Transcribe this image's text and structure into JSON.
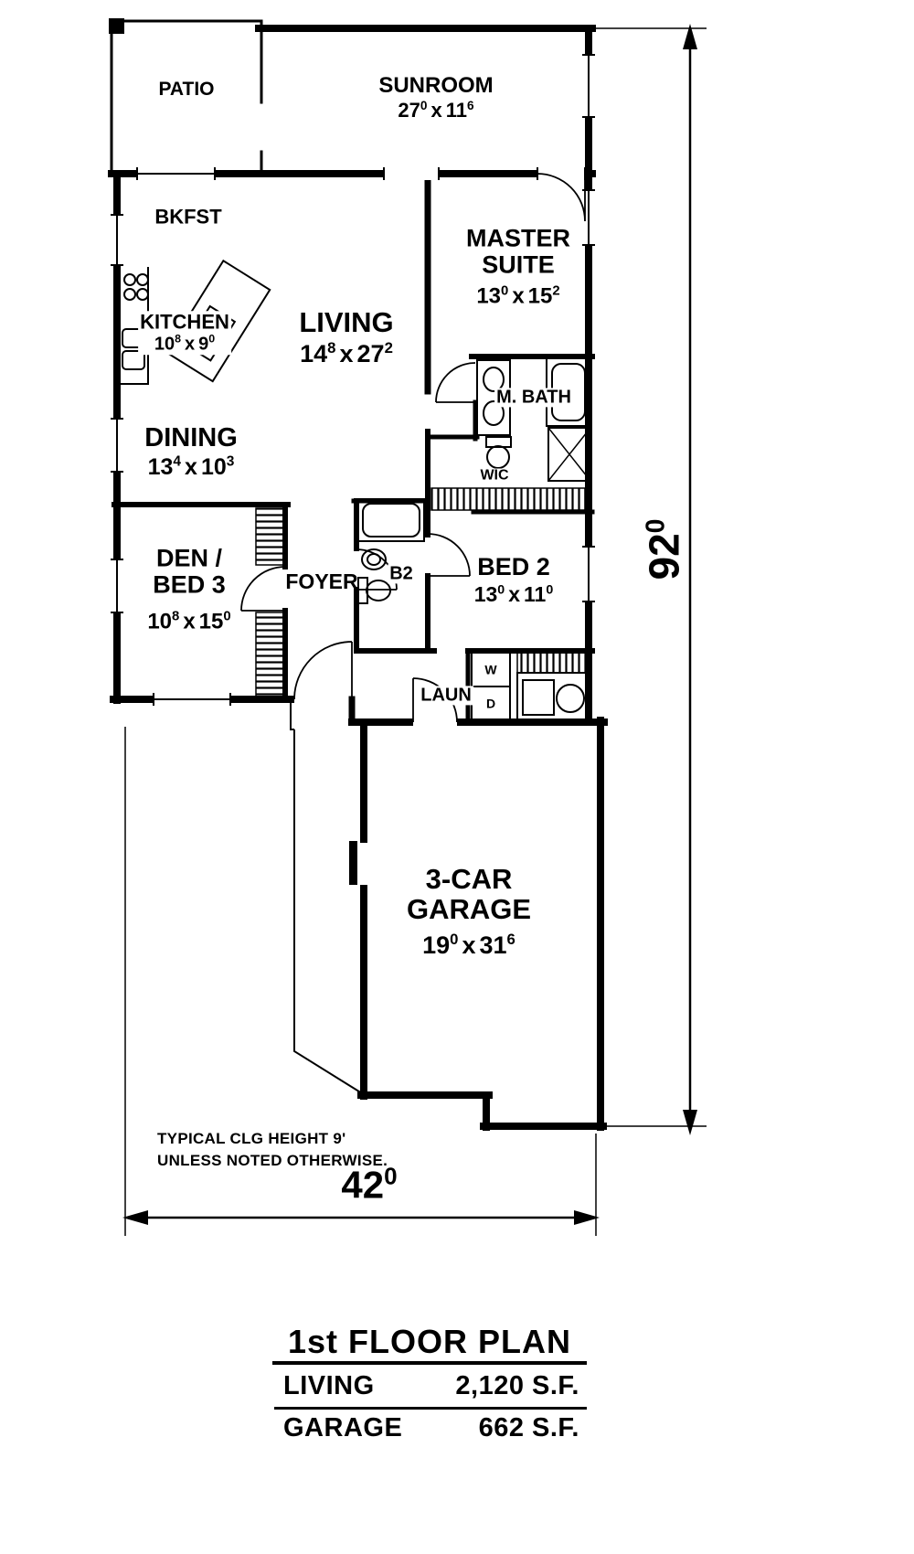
{
  "rooms": {
    "patio": {
      "name": "PATIO"
    },
    "sunroom": {
      "name": "SUNROOM",
      "d1": "27",
      "s1": "0",
      "sep": "x",
      "d2": "11",
      "s2": "6"
    },
    "bkfst": {
      "name": "BKFST"
    },
    "master": {
      "name1": "MASTER",
      "name2": "SUITE",
      "d1": "13",
      "s1": "0",
      "sep": "x",
      "d2": "15",
      "s2": "2"
    },
    "kitchen": {
      "name": "KITCHEN",
      "d1": "10",
      "s1": "8",
      "sep": "x",
      "d2": "9",
      "s2": "0"
    },
    "living": {
      "name": "LIVING",
      "d1": "14",
      "s1": "8",
      "sep": "x",
      "d2": "27",
      "s2": "2"
    },
    "dining": {
      "name": "DINING",
      "d1": "13",
      "s1": "4",
      "sep": "x",
      "d2": "10",
      "s2": "3"
    },
    "mbath": {
      "name": "M. BATH"
    },
    "wic": {
      "name": "WIC"
    },
    "den": {
      "name1": "DEN /",
      "name2": "BED 3",
      "d1": "10",
      "s1": "8",
      "sep": "x",
      "d2": "15",
      "s2": "0"
    },
    "foyer": {
      "name": "FOYER"
    },
    "b2": {
      "name": "B2"
    },
    "bed2": {
      "name": "BED 2",
      "d1": "13",
      "s1": "0",
      "sep": "x",
      "d2": "11",
      "s2": "0"
    },
    "laun": {
      "name": "LAUN"
    },
    "washer": {
      "label": "W"
    },
    "dryer": {
      "label": "D"
    },
    "garage": {
      "name1": "3-CAR",
      "name2": "GARAGE",
      "d1": "19",
      "s1": "0",
      "sep": "x",
      "d2": "31",
      "s2": "6"
    }
  },
  "dimensions": {
    "height": {
      "value": "92",
      "sup": "0"
    },
    "width": {
      "value": "42",
      "sup": "0"
    }
  },
  "notes": {
    "line1": "TYPICAL CLG HEIGHT 9'",
    "line2": "UNLESS NOTED OTHERWISE."
  },
  "titleblock": {
    "title": "1st FLOOR PLAN",
    "rows": [
      {
        "label": "LIVING",
        "value": "2,120 S.F."
      },
      {
        "label": "GARAGE",
        "value": "662 S.F."
      }
    ]
  }
}
